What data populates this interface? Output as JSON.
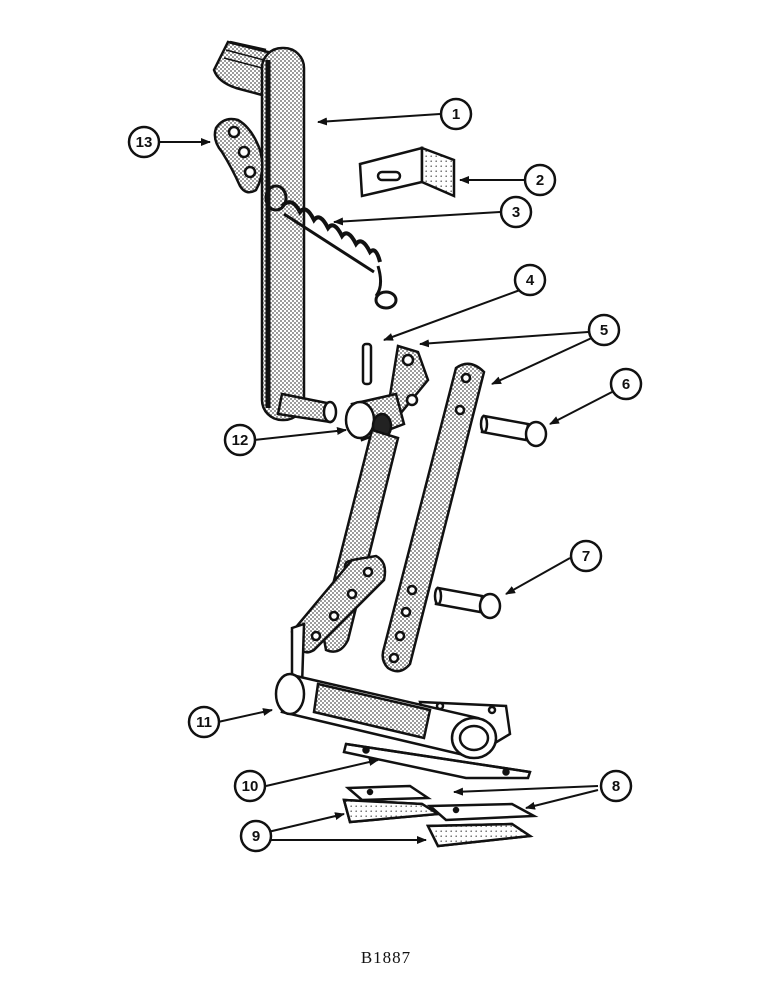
{
  "figure_code": "B1887",
  "colors": {
    "ink": "#111111",
    "stipple": "#9a9a9a",
    "paper": "#ffffff"
  },
  "callouts": [
    {
      "id": "1",
      "label": "1"
    },
    {
      "id": "2",
      "label": "2"
    },
    {
      "id": "3",
      "label": "3"
    },
    {
      "id": "4",
      "label": "4"
    },
    {
      "id": "5",
      "label": "5"
    },
    {
      "id": "6",
      "label": "6"
    },
    {
      "id": "7",
      "label": "7"
    },
    {
      "id": "8",
      "label": "8"
    },
    {
      "id": "9",
      "label": "9"
    },
    {
      "id": "10",
      "label": "10"
    },
    {
      "id": "11",
      "label": "11"
    },
    {
      "id": "12",
      "label": "12"
    },
    {
      "id": "13",
      "label": "13"
    }
  ]
}
